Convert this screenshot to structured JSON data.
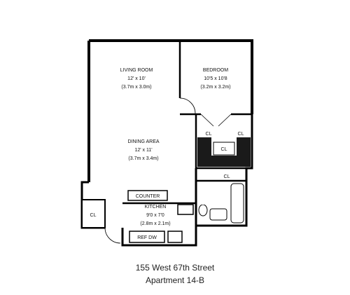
{
  "plan": {
    "rooms": {
      "living": {
        "name": "LIVING ROOM",
        "dims": "12' x 10'",
        "metric": "(3.7m x 3.0m)"
      },
      "bedroom": {
        "name": "BEDROOM",
        "dims": "10'5 x 10'8",
        "metric": "(3.2m x 3.2m)"
      },
      "dining": {
        "name": "DINING AREA",
        "dims": "12' x 11'",
        "metric": "(3.7m x 3.4m)"
      },
      "kitchen": {
        "name": "KITCHEN",
        "dims": "9'0 x 7'0",
        "metric": "(2.8m x 2.1m)"
      }
    },
    "closets": [
      "CL",
      "CL",
      "CL",
      "CL",
      "CL"
    ],
    "counter_label": "COUNTER",
    "ref_label": "REF DW"
  },
  "caption": {
    "line1": "155 West 67th Street",
    "line2": "Apartment 14-B"
  }
}
